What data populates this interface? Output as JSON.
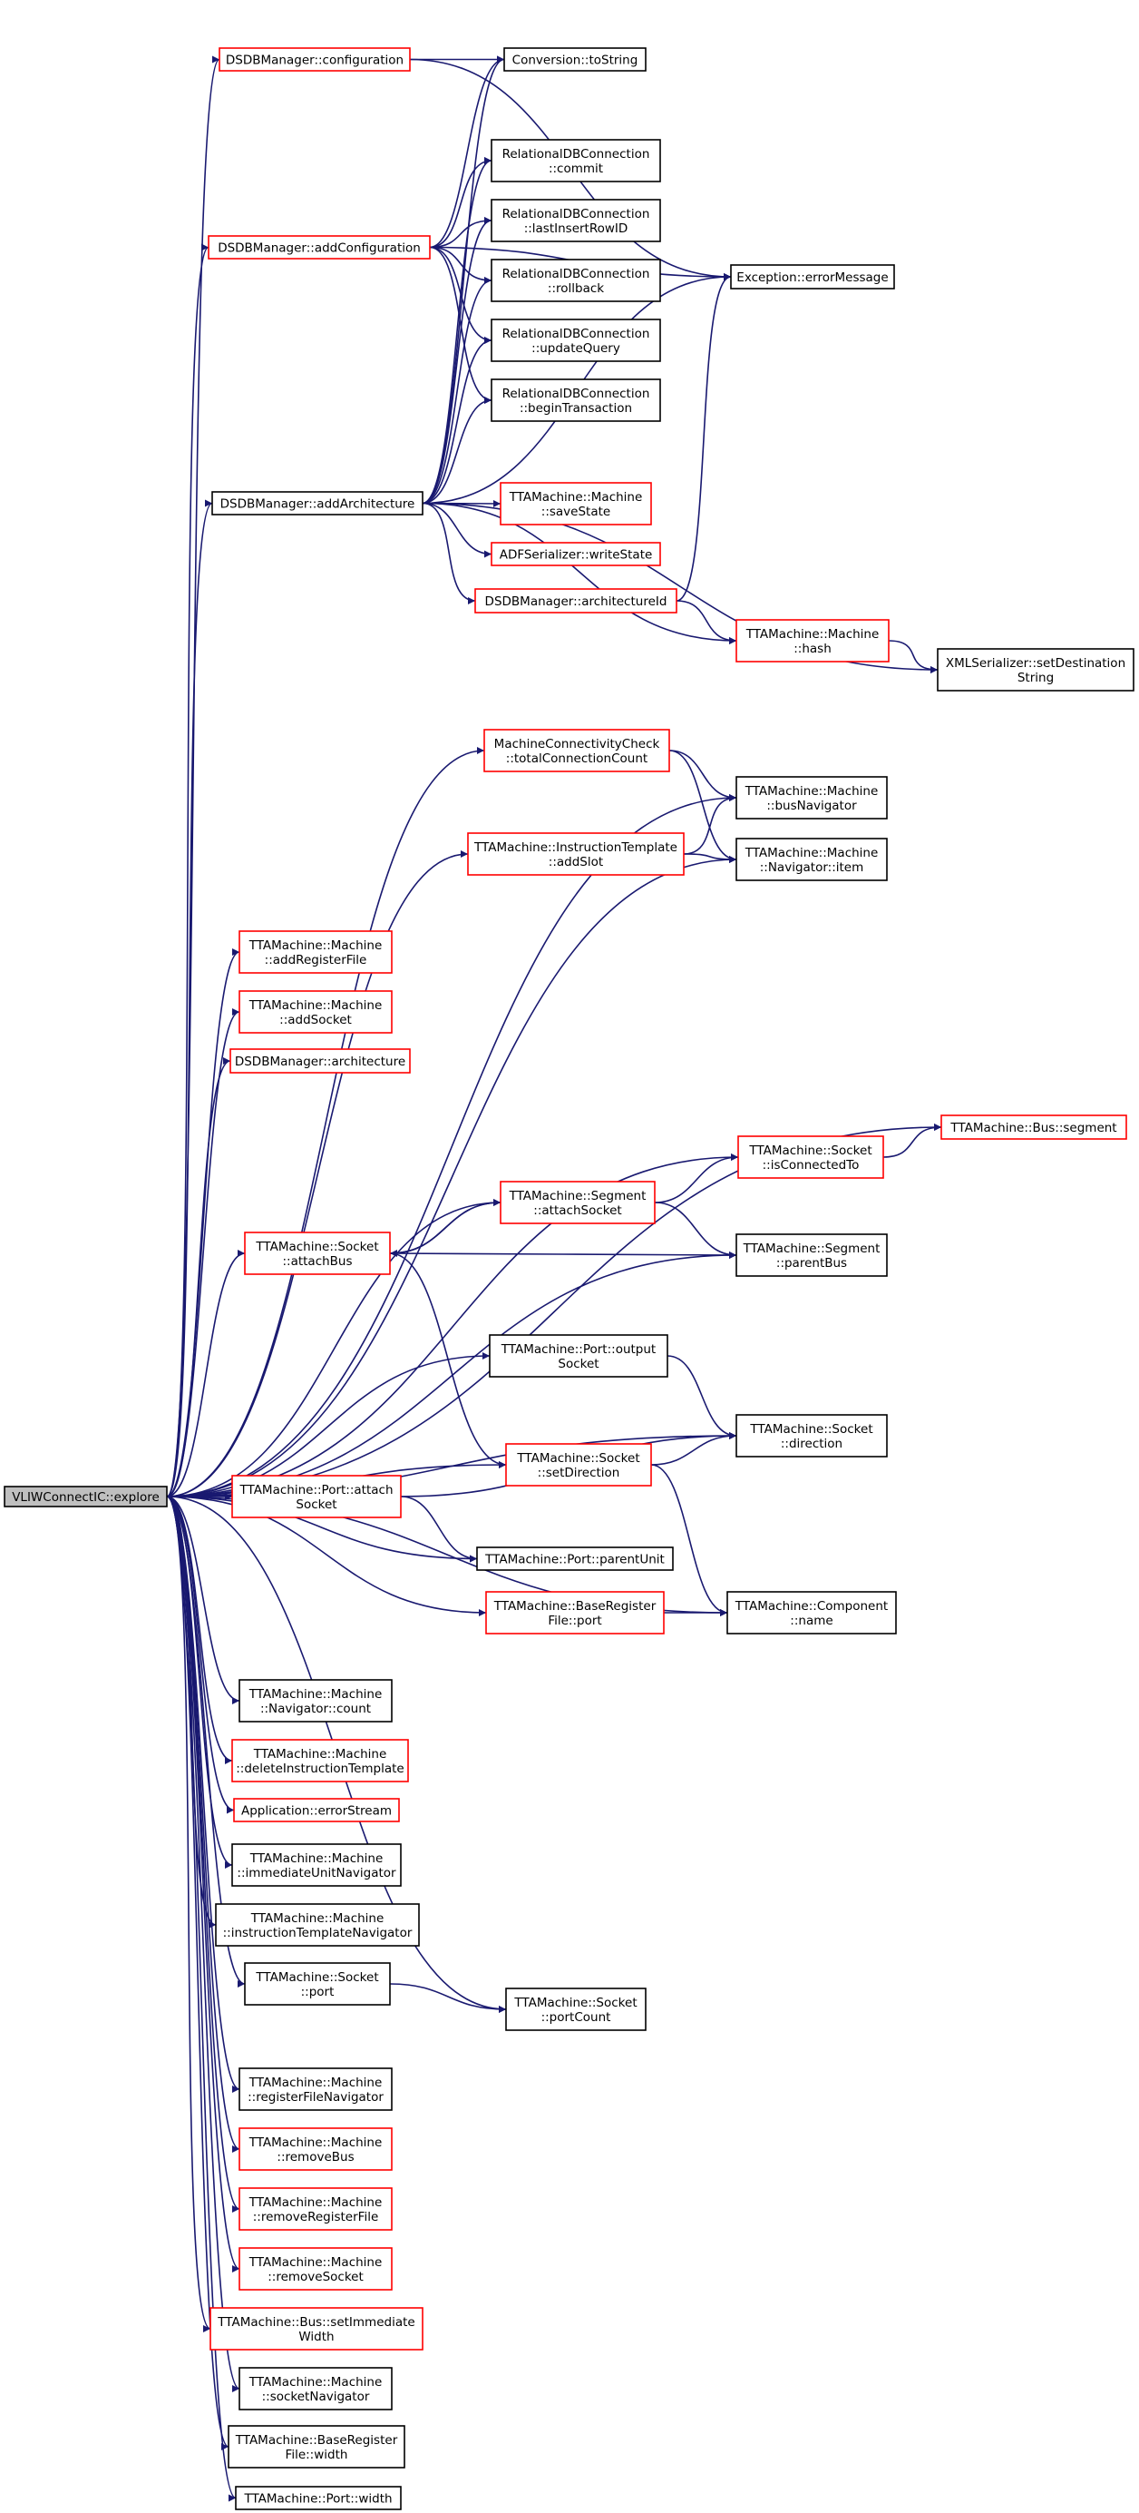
{
  "colors": {
    "edge": "#191970",
    "box_border_black": "#000000",
    "box_border_red": "#ff0000",
    "box_fill": "#ffffff",
    "root_fill": "#bfbfbf",
    "background": "#ffffff"
  },
  "nodes": [
    {
      "id": "root",
      "lines": [
        "VLIWConnectIC::explore"
      ],
      "style": "root"
    },
    {
      "id": "cfg",
      "lines": [
        "DSDBManager::configuration"
      ],
      "style": "red"
    },
    {
      "id": "conv",
      "lines": [
        "Conversion::toString"
      ],
      "style": "black"
    },
    {
      "id": "commit",
      "lines": [
        "RelationalDBConnection",
        "::commit"
      ],
      "style": "black"
    },
    {
      "id": "addcfg",
      "lines": [
        "DSDBManager::addConfiguration"
      ],
      "style": "red"
    },
    {
      "id": "lastins",
      "lines": [
        "RelationalDBConnection",
        "::lastInsertRowID"
      ],
      "style": "black"
    },
    {
      "id": "rollback",
      "lines": [
        "RelationalDBConnection",
        "::rollback"
      ],
      "style": "black"
    },
    {
      "id": "errmsg",
      "lines": [
        "Exception::errorMessage"
      ],
      "style": "black"
    },
    {
      "id": "updq",
      "lines": [
        "RelationalDBConnection",
        "::updateQuery"
      ],
      "style": "black"
    },
    {
      "id": "begintx",
      "lines": [
        "RelationalDBConnection",
        "::beginTransaction"
      ],
      "style": "black"
    },
    {
      "id": "addarch",
      "lines": [
        "DSDBManager::addArchitecture"
      ],
      "style": "black"
    },
    {
      "id": "savestate",
      "lines": [
        "TTAMachine::Machine",
        "::saveState"
      ],
      "style": "red"
    },
    {
      "id": "adfws",
      "lines": [
        "ADFSerializer::writeState"
      ],
      "style": "red"
    },
    {
      "id": "archid",
      "lines": [
        "DSDBManager::architectureId"
      ],
      "style": "red"
    },
    {
      "id": "hash",
      "lines": [
        "TTAMachine::Machine",
        "::hash"
      ],
      "style": "red"
    },
    {
      "id": "xmlser",
      "lines": [
        "XMLSerializer::setDestination",
        "String"
      ],
      "style": "black"
    },
    {
      "id": "mcc",
      "lines": [
        "MachineConnectivityCheck",
        "::totalConnectionCount"
      ],
      "style": "red"
    },
    {
      "id": "busnav",
      "lines": [
        "TTAMachine::Machine",
        "::busNavigator"
      ],
      "style": "black"
    },
    {
      "id": "addslot",
      "lines": [
        "TTAMachine::InstructionTemplate",
        "::addSlot"
      ],
      "style": "red"
    },
    {
      "id": "navitem",
      "lines": [
        "TTAMachine::Machine",
        "::Navigator::item"
      ],
      "style": "black"
    },
    {
      "id": "addrf",
      "lines": [
        "TTAMachine::Machine",
        "::addRegisterFile"
      ],
      "style": "red"
    },
    {
      "id": "addsock",
      "lines": [
        "TTAMachine::Machine",
        "::addSocket"
      ],
      "style": "red"
    },
    {
      "id": "dsdbarch",
      "lines": [
        "DSDBManager::architecture"
      ],
      "style": "red"
    },
    {
      "id": "busseg",
      "lines": [
        "TTAMachine::Bus::segment"
      ],
      "style": "red"
    },
    {
      "id": "isconn",
      "lines": [
        "TTAMachine::Socket",
        "::isConnectedTo"
      ],
      "style": "red"
    },
    {
      "id": "segattach",
      "lines": [
        "TTAMachine::Segment",
        "::attachSocket"
      ],
      "style": "red"
    },
    {
      "id": "sockattachbus",
      "lines": [
        "TTAMachine::Socket",
        "::attachBus"
      ],
      "style": "red"
    },
    {
      "id": "parentbus",
      "lines": [
        "TTAMachine::Segment",
        "::parentBus"
      ],
      "style": "black"
    },
    {
      "id": "portout",
      "lines": [
        "TTAMachine::Port::output",
        "Socket"
      ],
      "style": "black"
    },
    {
      "id": "sockdir",
      "lines": [
        "TTAMachine::Socket",
        "::direction"
      ],
      "style": "black"
    },
    {
      "id": "setdir",
      "lines": [
        "TTAMachine::Socket",
        "::setDirection"
      ],
      "style": "red"
    },
    {
      "id": "portattach",
      "lines": [
        "TTAMachine::Port::attach",
        "Socket"
      ],
      "style": "red"
    },
    {
      "id": "parentunit",
      "lines": [
        "TTAMachine::Port::parentUnit"
      ],
      "style": "black"
    },
    {
      "id": "brfport",
      "lines": [
        "TTAMachine::BaseRegister",
        "File::port"
      ],
      "style": "red"
    },
    {
      "id": "compname",
      "lines": [
        "TTAMachine::Component",
        "::name"
      ],
      "style": "black"
    },
    {
      "id": "navcount",
      "lines": [
        "TTAMachine::Machine",
        "::Navigator::count"
      ],
      "style": "black"
    },
    {
      "id": "delit",
      "lines": [
        "TTAMachine::Machine",
        "::deleteInstructionTemplate"
      ],
      "style": "red"
    },
    {
      "id": "errstream",
      "lines": [
        "Application::errorStream"
      ],
      "style": "red"
    },
    {
      "id": "immnav",
      "lines": [
        "TTAMachine::Machine",
        "::immediateUnitNavigator"
      ],
      "style": "black"
    },
    {
      "id": "itnav",
      "lines": [
        "TTAMachine::Machine",
        "::instructionTemplateNavigator"
      ],
      "style": "black"
    },
    {
      "id": "sockport",
      "lines": [
        "TTAMachine::Socket",
        "::port"
      ],
      "style": "black"
    },
    {
      "id": "portcount",
      "lines": [
        "TTAMachine::Socket",
        "::portCount"
      ],
      "style": "black"
    },
    {
      "id": "rfnav",
      "lines": [
        "TTAMachine::Machine",
        "::registerFileNavigator"
      ],
      "style": "black"
    },
    {
      "id": "rmbus",
      "lines": [
        "TTAMachine::Machine",
        "::removeBus"
      ],
      "style": "red"
    },
    {
      "id": "rmrf",
      "lines": [
        "TTAMachine::Machine",
        "::removeRegisterFile"
      ],
      "style": "red"
    },
    {
      "id": "rmsock",
      "lines": [
        "TTAMachine::Machine",
        "::removeSocket"
      ],
      "style": "red"
    },
    {
      "id": "setimm",
      "lines": [
        "TTAMachine::Bus::setImmediate",
        "Width"
      ],
      "style": "red"
    },
    {
      "id": "socknav",
      "lines": [
        "TTAMachine::Machine",
        "::socketNavigator"
      ],
      "style": "black"
    },
    {
      "id": "brfwidth",
      "lines": [
        "TTAMachine::BaseRegister",
        "File::width"
      ],
      "style": "black"
    },
    {
      "id": "portwidth",
      "lines": [
        "TTAMachine::Port::width"
      ],
      "style": "black"
    }
  ],
  "edges": [
    [
      "root",
      "cfg"
    ],
    [
      "cfg",
      "conv"
    ],
    [
      "cfg",
      "errmsg"
    ],
    [
      "root",
      "addcfg"
    ],
    [
      "addcfg",
      "conv"
    ],
    [
      "addcfg",
      "commit"
    ],
    [
      "addcfg",
      "lastins"
    ],
    [
      "addcfg",
      "rollback"
    ],
    [
      "addcfg",
      "updq"
    ],
    [
      "addcfg",
      "begintx"
    ],
    [
      "addcfg",
      "errmsg"
    ],
    [
      "root",
      "addarch"
    ],
    [
      "addarch",
      "conv"
    ],
    [
      "addarch",
      "commit"
    ],
    [
      "addarch",
      "lastins"
    ],
    [
      "addarch",
      "rollback"
    ],
    [
      "addarch",
      "updq"
    ],
    [
      "addarch",
      "begintx"
    ],
    [
      "addarch",
      "errmsg"
    ],
    [
      "addarch",
      "savestate"
    ],
    [
      "addarch",
      "adfws"
    ],
    [
      "addarch",
      "archid"
    ],
    [
      "addarch",
      "hash"
    ],
    [
      "addarch",
      "xmlser"
    ],
    [
      "archid",
      "hash"
    ],
    [
      "archid",
      "errmsg"
    ],
    [
      "hash",
      "xmlser"
    ],
    [
      "root",
      "mcc"
    ],
    [
      "mcc",
      "busnav"
    ],
    [
      "mcc",
      "navitem"
    ],
    [
      "root",
      "busnav"
    ],
    [
      "root",
      "addslot"
    ],
    [
      "addslot",
      "busnav"
    ],
    [
      "addslot",
      "navitem"
    ],
    [
      "root",
      "navitem"
    ],
    [
      "root",
      "addrf"
    ],
    [
      "root",
      "addsock"
    ],
    [
      "root",
      "dsdbarch"
    ],
    [
      "root",
      "busseg"
    ],
    [
      "root",
      "isconn"
    ],
    [
      "isconn",
      "busseg"
    ],
    [
      "root",
      "segattach"
    ],
    [
      "segattach",
      "isconn"
    ],
    [
      "segattach",
      "parentbus"
    ],
    [
      "segattach",
      "sockattachbus"
    ],
    [
      "root",
      "sockattachbus"
    ],
    [
      "sockattachbus",
      "segattach"
    ],
    [
      "sockattachbus",
      "parentbus"
    ],
    [
      "sockattachbus",
      "setdir"
    ],
    [
      "root",
      "parentbus"
    ],
    [
      "root",
      "portout"
    ],
    [
      "portout",
      "sockdir"
    ],
    [
      "root",
      "sockdir"
    ],
    [
      "root",
      "setdir"
    ],
    [
      "setdir",
      "sockdir"
    ],
    [
      "setdir",
      "compname"
    ],
    [
      "root",
      "portattach"
    ],
    [
      "portattach",
      "sockdir"
    ],
    [
      "portattach",
      "parentunit"
    ],
    [
      "root",
      "parentunit"
    ],
    [
      "root",
      "brfport"
    ],
    [
      "brfport",
      "compname"
    ],
    [
      "root",
      "compname"
    ],
    [
      "root",
      "navcount"
    ],
    [
      "root",
      "delit"
    ],
    [
      "root",
      "errstream"
    ],
    [
      "root",
      "immnav"
    ],
    [
      "root",
      "itnav"
    ],
    [
      "root",
      "sockport"
    ],
    [
      "sockport",
      "portcount"
    ],
    [
      "root",
      "portcount"
    ],
    [
      "root",
      "rfnav"
    ],
    [
      "root",
      "rmbus"
    ],
    [
      "root",
      "rmrf"
    ],
    [
      "root",
      "rmsock"
    ],
    [
      "root",
      "setimm"
    ],
    [
      "root",
      "socknav"
    ],
    [
      "root",
      "brfwidth"
    ],
    [
      "root",
      "portwidth"
    ]
  ]
}
